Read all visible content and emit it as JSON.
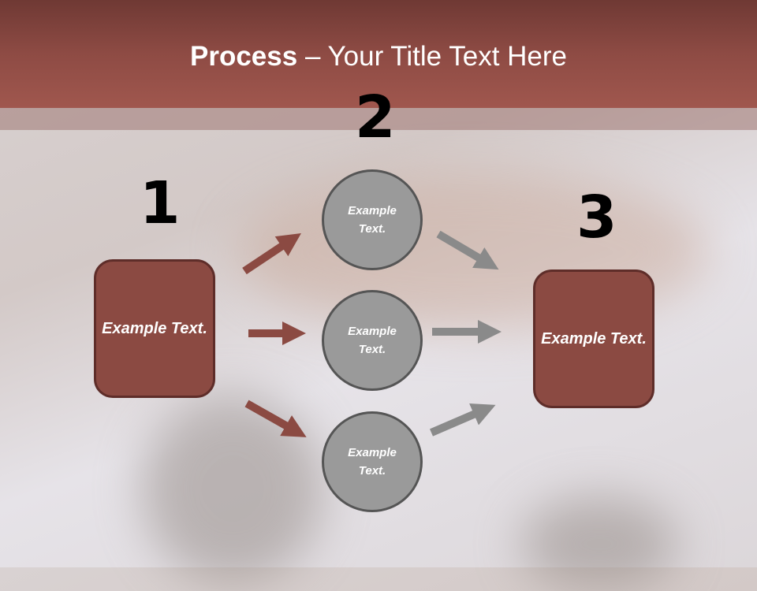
{
  "title": {
    "bold": "Process",
    "rest": " – Your Title Text Here"
  },
  "steps": [
    {
      "number": "1",
      "label": "Example Text."
    },
    {
      "number": "2",
      "items": [
        "Example Text.",
        "Example Text.",
        "Example Text."
      ]
    },
    {
      "number": "3",
      "label": "Example Text."
    }
  ],
  "colors": {
    "accent": "#8b4a42",
    "circle": "#9a9a9a",
    "gray_arrow": "#8a8a8a",
    "header": "#8e4b44"
  }
}
